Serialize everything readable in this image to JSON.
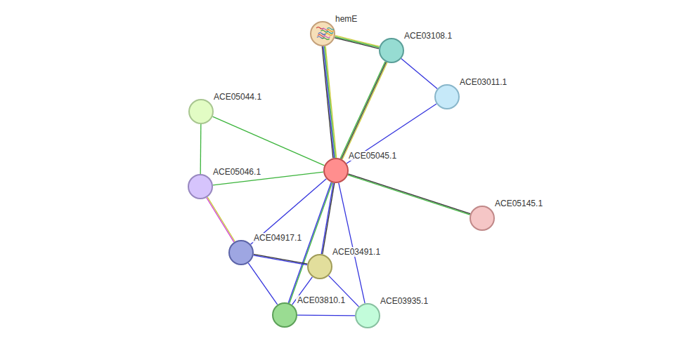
{
  "diagram": {
    "nodes": [
      {
        "text": [
          "hemE"
        ]
      },
      {
        "text": [
          "ACE03108.1"
        ]
      },
      {
        "text": [
          "ACE03011.1"
        ]
      },
      {
        "text": [
          "ACE05044.1"
        ]
      },
      {
        "text": [
          "ACE05045.1"
        ]
      },
      {
        "text": [
          "ACE05046.1"
        ]
      },
      {
        "text": [
          "ACE05145.1"
        ]
      },
      {
        "text": [
          "ACE04917.1"
        ]
      },
      {
        "text": [
          "ACE03491.1"
        ]
      },
      {
        "text": [
          "ACE03810.1"
        ]
      },
      {
        "text": [
          "ACE03935.1"
        ]
      }
    ],
    "edges": [
      {
        "from": 0,
        "to": 1,
        "arrow": "none"
      },
      {
        "from": 0,
        "to": 4,
        "arrow": "none"
      },
      {
        "from": 1,
        "to": 2,
        "arrow": "none"
      },
      {
        "from": 1,
        "to": 4,
        "arrow": "none"
      },
      {
        "from": 2,
        "to": 4,
        "arrow": "none"
      },
      {
        "from": 3,
        "to": 4,
        "arrow": "none"
      },
      {
        "from": 3,
        "to": 5,
        "arrow": "none"
      },
      {
        "from": 5,
        "to": 4,
        "arrow": "none"
      },
      {
        "from": 5,
        "to": 7,
        "arrow": "none"
      },
      {
        "from": 4,
        "to": 6,
        "arrow": "none"
      },
      {
        "from": 4,
        "to": 7,
        "arrow": "none"
      },
      {
        "from": 4,
        "to": 8,
        "arrow": "none"
      },
      {
        "from": 4,
        "to": 9,
        "arrow": "none"
      },
      {
        "from": 4,
        "to": 10,
        "arrow": "none"
      },
      {
        "from": 7,
        "to": 8,
        "arrow": "none"
      },
      {
        "from": 7,
        "to": 9,
        "arrow": "none"
      },
      {
        "from": 8,
        "to": 9,
        "arrow": "none"
      },
      {
        "from": 8,
        "to": 10,
        "arrow": "none"
      },
      {
        "from": 9,
        "to": 10,
        "arrow": "none"
      }
    ]
  }
}
